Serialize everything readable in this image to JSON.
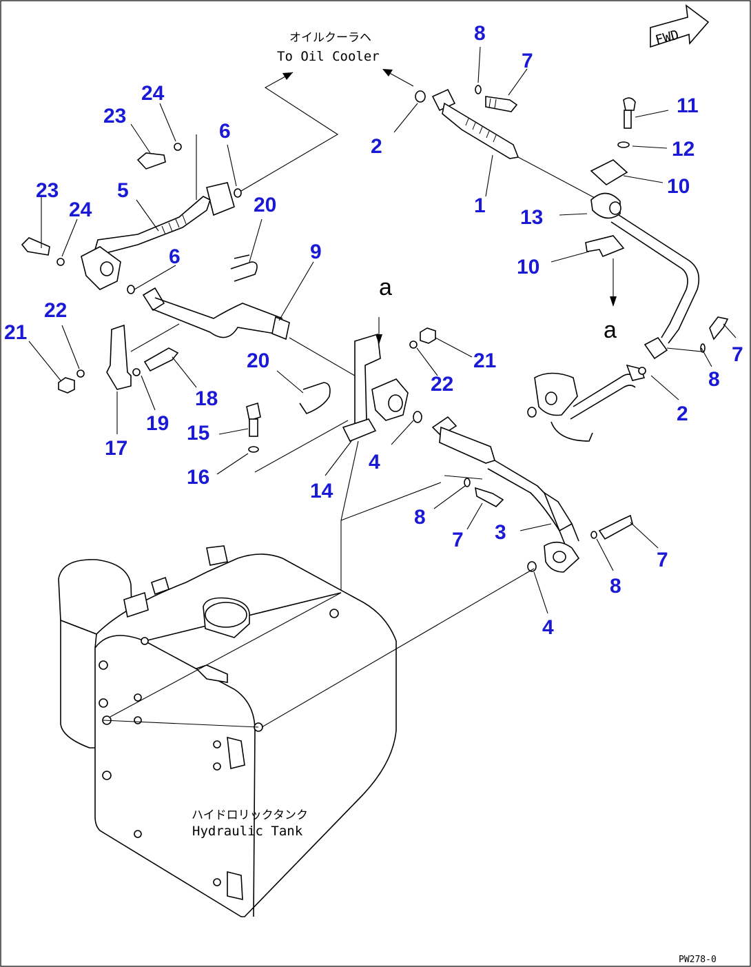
{
  "callouts": [
    {
      "id": "c-8a",
      "label": "8"
    },
    {
      "id": "c-7a",
      "label": "7"
    },
    {
      "id": "c-24a",
      "label": "24"
    },
    {
      "id": "c-23a",
      "label": "23"
    },
    {
      "id": "c-6a",
      "label": "6"
    },
    {
      "id": "c-2a",
      "label": "2"
    },
    {
      "id": "c-11",
      "label": "11"
    },
    {
      "id": "c-12",
      "label": "12"
    },
    {
      "id": "c-10a",
      "label": "10"
    },
    {
      "id": "c-1",
      "label": "1"
    },
    {
      "id": "c-13",
      "label": "13"
    },
    {
      "id": "c-23b",
      "label": "23"
    },
    {
      "id": "c-24b",
      "label": "24"
    },
    {
      "id": "c-5",
      "label": "5"
    },
    {
      "id": "c-20a",
      "label": "20"
    },
    {
      "id": "c-9",
      "label": "9"
    },
    {
      "id": "c-6b",
      "label": "6"
    },
    {
      "id": "c-10b",
      "label": "10"
    },
    {
      "id": "c-22a",
      "label": "22"
    },
    {
      "id": "c-21a",
      "label": "21"
    },
    {
      "id": "c-7b",
      "label": "7"
    },
    {
      "id": "c-20b",
      "label": "20"
    },
    {
      "id": "c-21b",
      "label": "21"
    },
    {
      "id": "c-8b",
      "label": "8"
    },
    {
      "id": "c-22b",
      "label": "22"
    },
    {
      "id": "c-18",
      "label": "18"
    },
    {
      "id": "c-2b",
      "label": "2"
    },
    {
      "id": "c-19",
      "label": "19"
    },
    {
      "id": "c-15",
      "label": "15"
    },
    {
      "id": "c-17",
      "label": "17"
    },
    {
      "id": "c-4a",
      "label": "4"
    },
    {
      "id": "c-16",
      "label": "16"
    },
    {
      "id": "c-14",
      "label": "14"
    },
    {
      "id": "c-8c",
      "label": "8"
    },
    {
      "id": "c-3",
      "label": "3"
    },
    {
      "id": "c-7c",
      "label": "7"
    },
    {
      "id": "c-7d",
      "label": "7"
    },
    {
      "id": "c-8d",
      "label": "8"
    },
    {
      "id": "c-4b",
      "label": "4"
    }
  ],
  "annotations": {
    "oil_cooler_jp": "オイルクーラヘ",
    "oil_cooler_en": "To Oil Cooler",
    "tank_jp": "ハイドロリックタンク",
    "tank_en": "Hydraulic Tank",
    "fwd": "FWD",
    "ref_a_top": "a",
    "ref_a_right": "a",
    "drawing_code": "PW278-0"
  }
}
